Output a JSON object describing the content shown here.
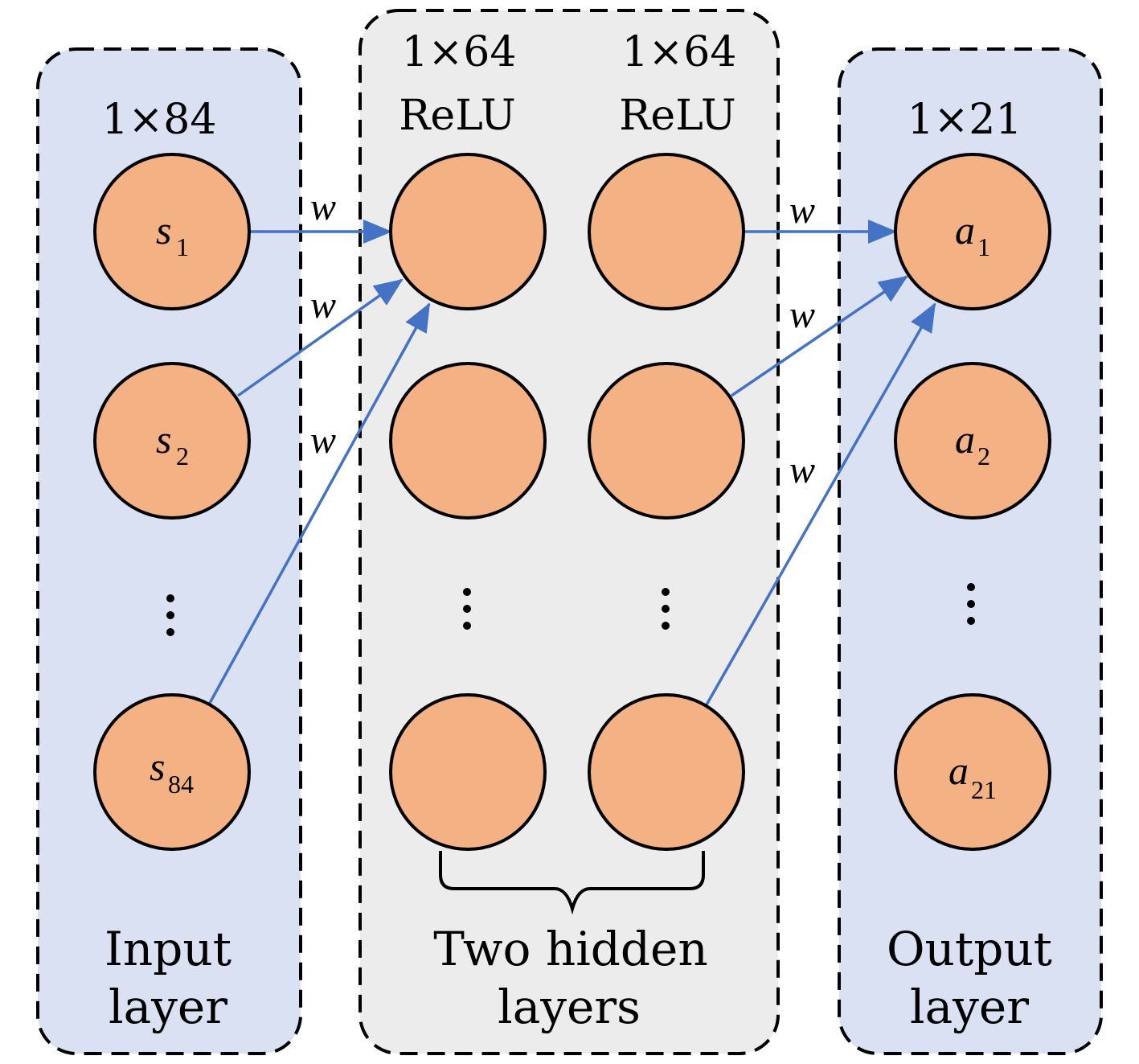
{
  "diagram": {
    "title": "Neural network architecture",
    "colors": {
      "layer_io_fill": "#dae1f3",
      "layer_hidden_fill": "#ececec",
      "node_fill": "#f4b183",
      "edge": "#4472c4",
      "border": "#000000"
    },
    "input_layer": {
      "size_label": "1×84",
      "name_line1": "Input",
      "name_line2": "layer",
      "nodes": [
        {
          "var": "s",
          "sub": "1"
        },
        {
          "var": "s",
          "sub": "2"
        },
        {
          "var": "s",
          "sub": "84"
        }
      ],
      "ellipsis": "⋮"
    },
    "hidden_layers": {
      "layer1": {
        "size_label": "1×64",
        "activation": "ReLU"
      },
      "layer2": {
        "size_label": "1×64",
        "activation": "ReLU"
      },
      "name_line1": "Two hidden",
      "name_line2": "layers",
      "ellipsis": "⋮"
    },
    "output_layer": {
      "size_label": "1×21",
      "name_line1": "Output",
      "name_line2": "layer",
      "nodes": [
        {
          "var": "a",
          "sub": "1"
        },
        {
          "var": "a",
          "sub": "2"
        },
        {
          "var": "a",
          "sub": "21"
        }
      ],
      "ellipsis": "⋮"
    },
    "weight_label": "w",
    "edges_in": [
      "s1 → h1_1",
      "s2 → h1_1",
      "s84 → h1_1"
    ],
    "edges_out": [
      "h2_1 → a1",
      "h2_2 → a1",
      "h2_n → a1"
    ]
  }
}
